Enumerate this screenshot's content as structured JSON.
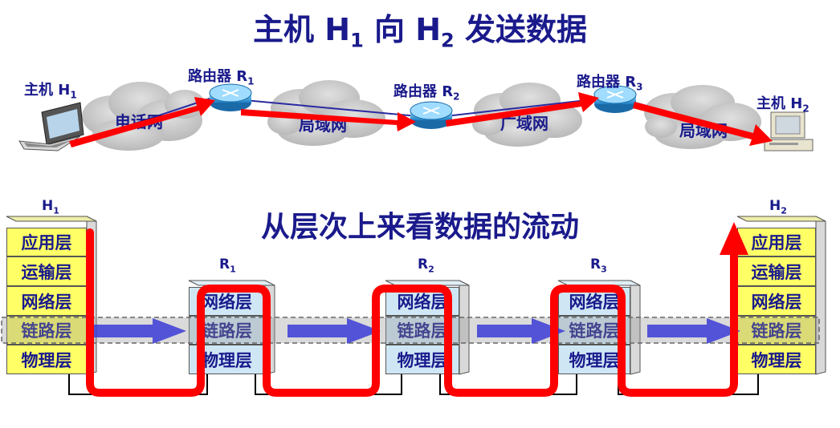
{
  "title": {
    "pre": "主机 H",
    "s1": "1",
    "mid": " 向 H",
    "s2": "2",
    "post": " 发送数据"
  },
  "subtitle": "从层次上来看数据的流动",
  "network": {
    "host1": {
      "label": "主机 H",
      "sub": "1"
    },
    "host2": {
      "label": "主机 H",
      "sub": "2"
    },
    "routers": [
      {
        "label": "路由器 R",
        "sub": "1"
      },
      {
        "label": "路由器 R",
        "sub": "2"
      },
      {
        "label": "路由器 R",
        "sub": "3"
      }
    ],
    "clouds": [
      "电话网",
      "局域网",
      "广域网",
      "局域网"
    ]
  },
  "stacks": {
    "h1": {
      "name": "H",
      "sub": "1",
      "layers": [
        "应用层",
        "运输层",
        "网络层",
        "链路层",
        "物理层"
      ]
    },
    "h2": {
      "name": "H",
      "sub": "2",
      "layers": [
        "应用层",
        "运输层",
        "网络层",
        "链路层",
        "物理层"
      ]
    },
    "routers": [
      {
        "name": "R",
        "sub": "1",
        "layers": [
          "网络层",
          "链路层",
          "物理层"
        ]
      },
      {
        "name": "R",
        "sub": "2",
        "layers": [
          "网络层",
          "链路层",
          "物理层"
        ]
      },
      {
        "name": "R",
        "sub": "3",
        "layers": [
          "网络层",
          "链路层",
          "物理层"
        ]
      }
    ]
  },
  "colors": {
    "title": "#1a1a8c",
    "host_layer": "#ffff66",
    "router_layer": "#cfe7f5",
    "flow": "#ff0000",
    "link_arrow": "#3b3bd6",
    "cloud": "#c8c8c8"
  },
  "icons": [
    "laptop-icon",
    "router-icon",
    "desktop-computer-icon",
    "cloud-icon"
  ]
}
